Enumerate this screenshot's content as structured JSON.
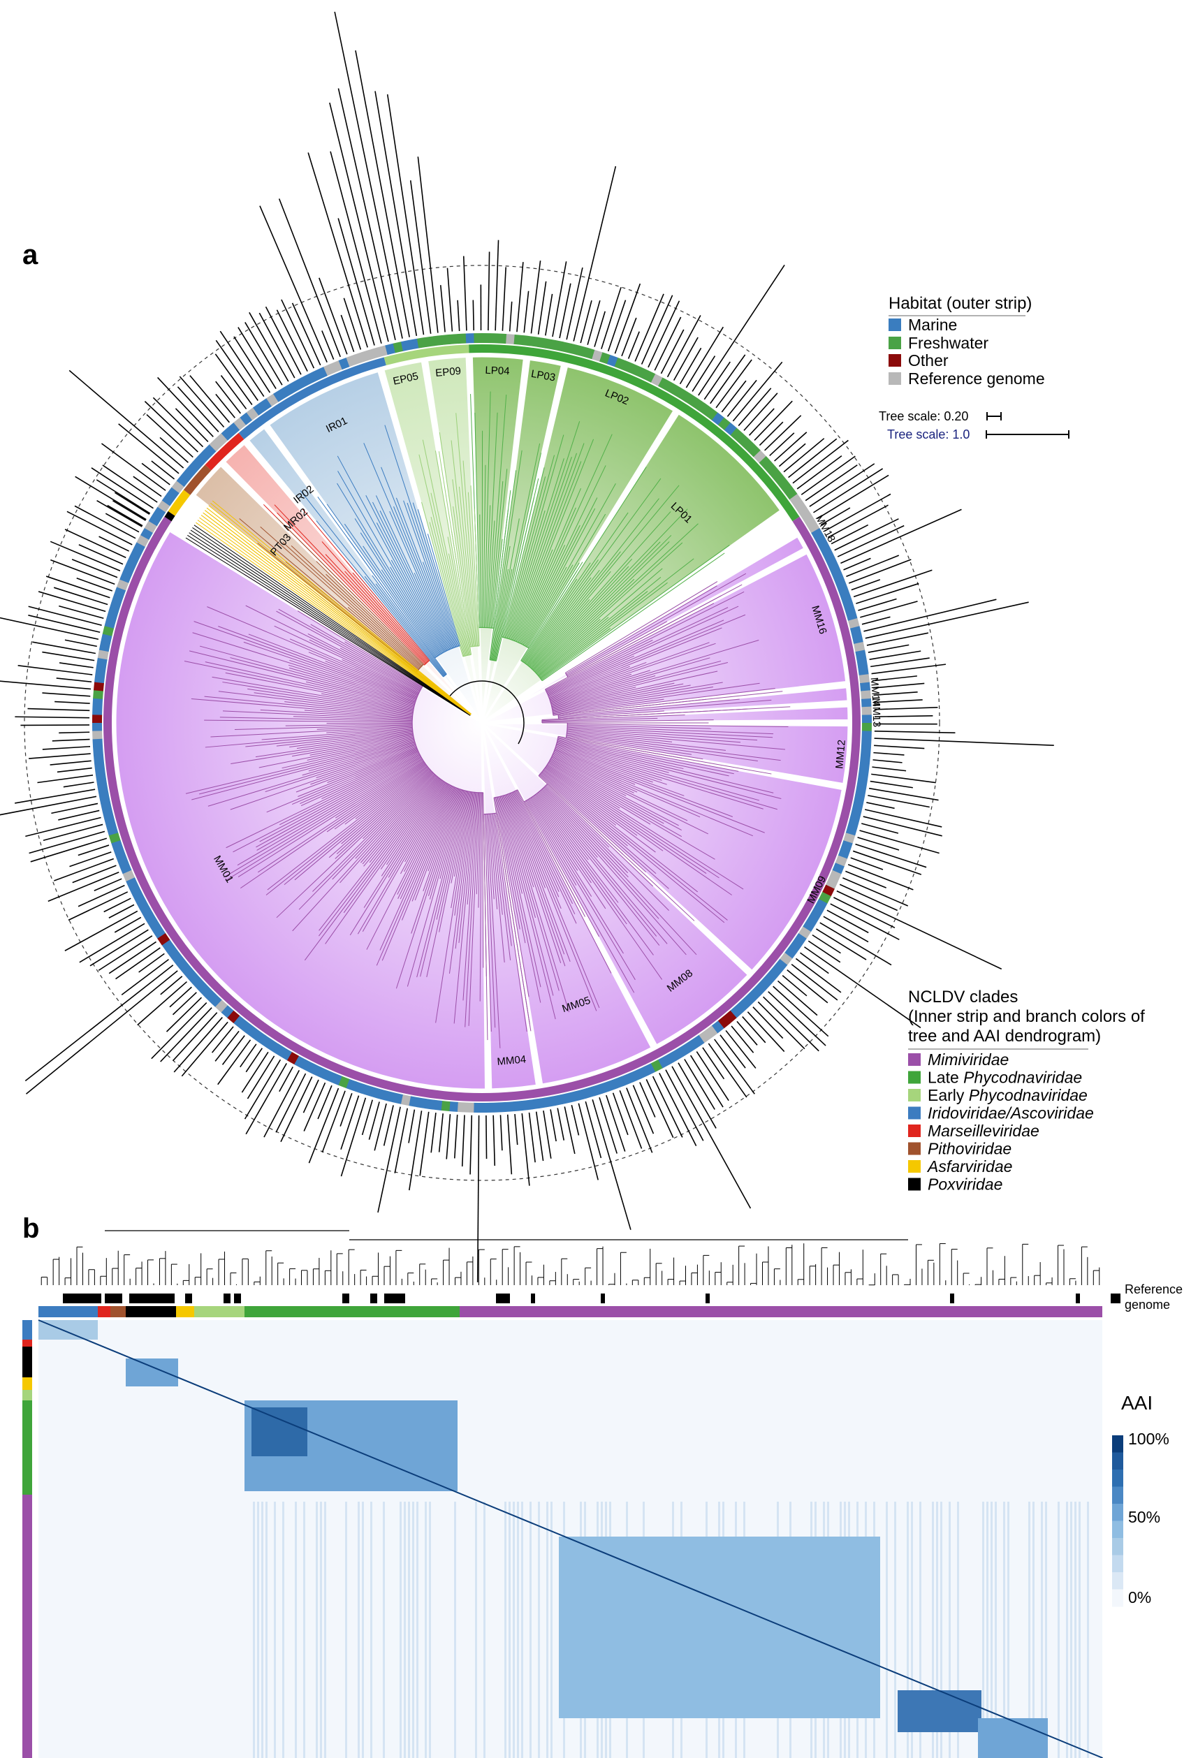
{
  "panels": {
    "a": "a",
    "b": "b"
  },
  "habitat_legend": {
    "title": "Habitat (outer strip)",
    "items": [
      {
        "label": "Marine",
        "color": "#3a7dbf"
      },
      {
        "label": "Freshwater",
        "color": "#4aa245"
      },
      {
        "label": "Other",
        "color": "#8b0a0a"
      },
      {
        "label": "Reference genome",
        "color": "#b8b8b8"
      }
    ]
  },
  "tree_scales": [
    {
      "label": "Tree scale: 0.20",
      "color": "#000000"
    },
    {
      "label": "Tree scale: 1.0",
      "color": "#1a237e"
    }
  ],
  "clade_legend": {
    "title_lines": [
      "NCLDV clades",
      "(Inner strip and branch colors of",
      "tree and AAI dendrogram)"
    ],
    "items": [
      {
        "prefix": "",
        "name": "Mimiviridae",
        "color": "#9b4fa8"
      },
      {
        "prefix": "Late ",
        "name": "Phycodnaviridae",
        "color": "#3fa53a"
      },
      {
        "prefix": "Early ",
        "name": "Phycodnaviridae",
        "color": "#a6d57c"
      },
      {
        "prefix": "",
        "name": "Iridoviridae/Ascoviridae",
        "color": "#3c7cc0"
      },
      {
        "prefix": "",
        "name": "Marseilleviridae",
        "color": "#e0251e"
      },
      {
        "prefix": "",
        "name": "Pithoviridae",
        "color": "#a0522d"
      },
      {
        "prefix": "",
        "name": "Asfarviridae",
        "color": "#f5c800"
      },
      {
        "prefix": "",
        "name": "Poxviridae",
        "color": "#000000"
      }
    ]
  },
  "tree_clades": [
    {
      "label": "LP01",
      "group": "late"
    },
    {
      "label": "LP02",
      "group": "late"
    },
    {
      "label": "LP03",
      "group": "late"
    },
    {
      "label": "LP04",
      "group": "late"
    },
    {
      "label": "EP09",
      "group": "early"
    },
    {
      "label": "EP05",
      "group": "early"
    },
    {
      "label": "IR01",
      "group": "irido"
    },
    {
      "label": "IR02",
      "group": "irido"
    },
    {
      "label": "MR02",
      "group": "marseille"
    },
    {
      "label": "PT03",
      "group": "pitho"
    },
    {
      "label": "MM01",
      "group": "mimi"
    },
    {
      "label": "MM04",
      "group": "mimi"
    },
    {
      "label": "MM05",
      "group": "mimi"
    },
    {
      "label": "MM08",
      "group": "mimi"
    },
    {
      "label": "MM09",
      "group": "mimi"
    },
    {
      "label": "MM12",
      "group": "mimi"
    },
    {
      "label": "MM13",
      "group": "mimi"
    },
    {
      "label": "MM14",
      "group": "mimi"
    },
    {
      "label": "MM16",
      "group": "mimi"
    },
    {
      "label": "MM18",
      "group": "mimi"
    }
  ],
  "aai": {
    "reference_label_lines": [
      "Reference",
      "genome"
    ],
    "colorbar_title": "AAI",
    "colorbar_ticks": [
      "100%",
      "50%",
      "0%"
    ],
    "colors": {
      "low": "#f3f7fc",
      "mid": "#a9cbe6",
      "high": "#0b3d7a"
    }
  }
}
